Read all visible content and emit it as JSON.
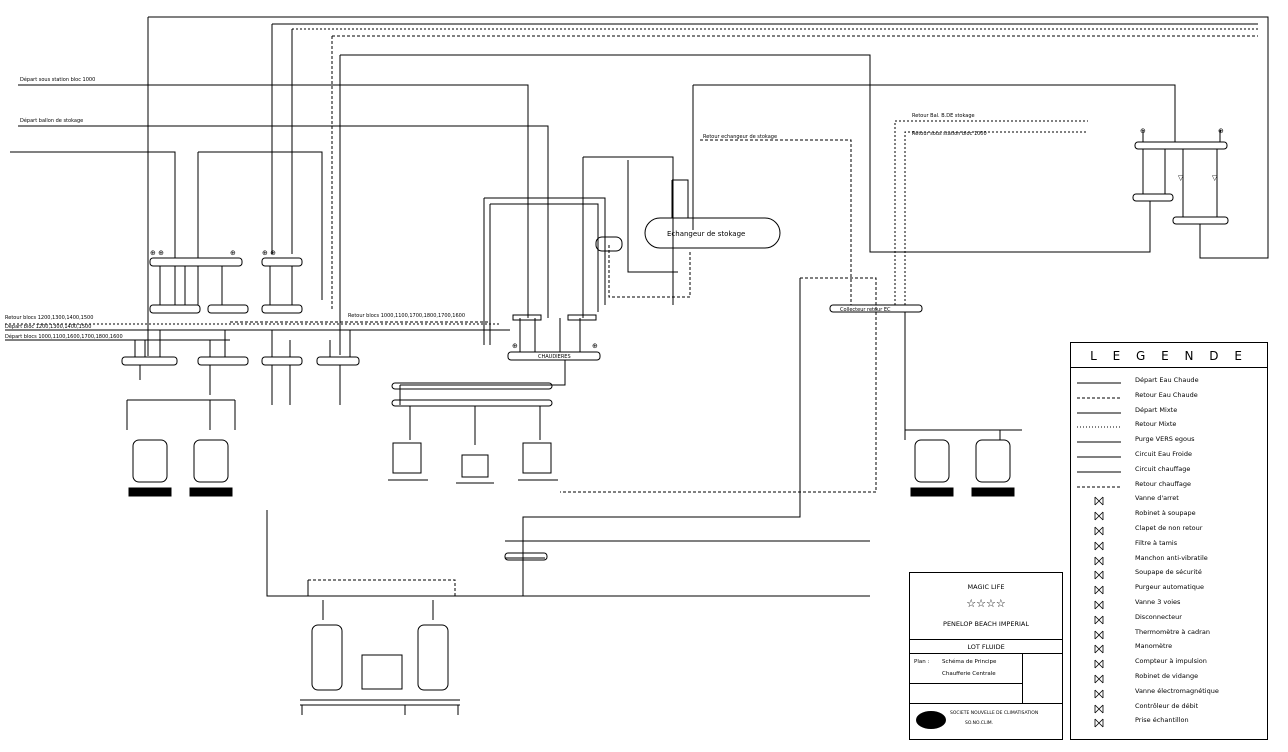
{
  "labels": {
    "depart_sous_station": "Départ sous station bloc 1000",
    "depart_ballon": "Départ ballon de stokage",
    "retour_blocs_1": "Retour blocs 1200,1300,1400,1500",
    "depart_blocs_1": "Départ bloc 1200,1300,1400,1500",
    "depart_blocs_2": "Départ blocs 1000,1100,1600,1700,1800,1600",
    "retour_blocs_2": "Retour blocs 1000,1100,1700,1800,1700,1600",
    "retour_echangeur": "Retour echangeur de stokage",
    "retour_bal": "Retour Bal. B.DE stokage",
    "retour_sous_station": "Retour sous station bloc 1000",
    "echangeur": "Echangeur de stokage",
    "collecteur_retour": "Collecteur retour EC",
    "chaudieres_label": "CHAUDIERES"
  },
  "legend": {
    "title": "L E G E N D E",
    "items": [
      {
        "label": "Départ Eau Chaude",
        "icon": "solid-line"
      },
      {
        "label": "Retour Eau Chaude",
        "icon": "dashed-line"
      },
      {
        "label": "Départ Mixte",
        "icon": "solid-line"
      },
      {
        "label": "Retour Mixte",
        "icon": "dotted-line"
      },
      {
        "label": "Purge VERS egous",
        "icon": "solid-line"
      },
      {
        "label": "Circuit Eau Froide",
        "icon": "solid-line"
      },
      {
        "label": "Circuit chauffage",
        "icon": "solid-line"
      },
      {
        "label": "Retour chauffage",
        "icon": "dashed-line"
      },
      {
        "label": "Vanne d'arret",
        "icon": "gate-valve-icon"
      },
      {
        "label": "Robinet à soupape",
        "icon": "globe-valve-icon"
      },
      {
        "label": "Clapet de non retour",
        "icon": "check-valve-icon"
      },
      {
        "label": "Filtre à tamis",
        "icon": "strainer-icon"
      },
      {
        "label": "Manchon anti-vibratile",
        "icon": "flex-connector-icon"
      },
      {
        "label": "Soupape de sécurité",
        "icon": "safety-valve-icon"
      },
      {
        "label": "Purgeur automatique",
        "icon": "air-vent-icon"
      },
      {
        "label": "Vanne 3 voies",
        "icon": "three-way-valve-icon"
      },
      {
        "label": "Disconnecteur",
        "icon": "disconnector-icon"
      },
      {
        "label": "Thermomètre à cadran",
        "icon": "thermometer-icon"
      },
      {
        "label": "Manomètre",
        "icon": "manometer-icon"
      },
      {
        "label": "Compteur à impulsion",
        "icon": "meter-icon"
      },
      {
        "label": "Robinet de vidange",
        "icon": "drain-valve-icon"
      },
      {
        "label": "Vanne électromagnétique",
        "icon": "solenoid-valve-icon"
      },
      {
        "label": "Contrôleur de débit",
        "icon": "flow-switch-icon"
      },
      {
        "label": "Prise échantillon",
        "icon": "sample-point-icon"
      }
    ]
  },
  "cartouche": {
    "client": "MAGIC LIFE",
    "stars": "☆☆☆☆",
    "hotel": "PENELOP BEACH IMPERIAL",
    "lot": "LOT FLUIDE",
    "plan_label": "Plan :",
    "plan_line1": "Schéma de Principe",
    "plan_line2": "Chaufferie Centrale",
    "company": "SOCIETE NOUVELLE DE CLIMATISATION",
    "company_short": "SO.NO.CLIM."
  }
}
